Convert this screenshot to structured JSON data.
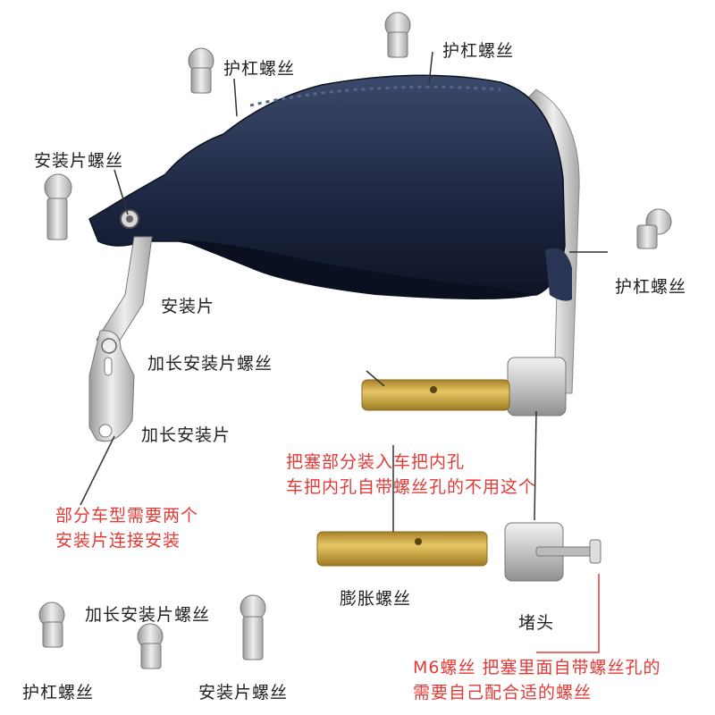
{
  "labels": {
    "guard_screw_top_left": "护杠螺丝",
    "guard_screw_top_right": "护杠螺丝",
    "mount_plate_screw": "安装片螺丝",
    "guard_screw_right": "护杠螺丝",
    "mount_plate": "安装片",
    "extended_plate_screw": "加长安装片螺丝",
    "extended_plate": "加长安装片",
    "expansion_screw": "膨胀螺丝",
    "end_cap": "堵头",
    "legend_extended_plate_screw": "加长安装片螺丝",
    "legend_guard_screw": "护杠螺丝",
    "legend_mount_plate_screw": "安装片螺丝"
  },
  "notes": {
    "plug_line1": "把塞部分装入车把内孔",
    "plug_line2": "车把内孔自带螺丝孔的不用这个",
    "plates_line1": "部分车型需要两个",
    "plates_line2": "安装片连接安装",
    "m6_line1": "M6螺丝  把塞里面自带螺丝孔的",
    "m6_line2": "需要自己配合适的螺丝"
  },
  "colors": {
    "label_text": "#222222",
    "note_text": "#e53935",
    "guard_body": "#1f2a44",
    "metal": "#c9c9c9",
    "brass": "#c9a23a"
  }
}
